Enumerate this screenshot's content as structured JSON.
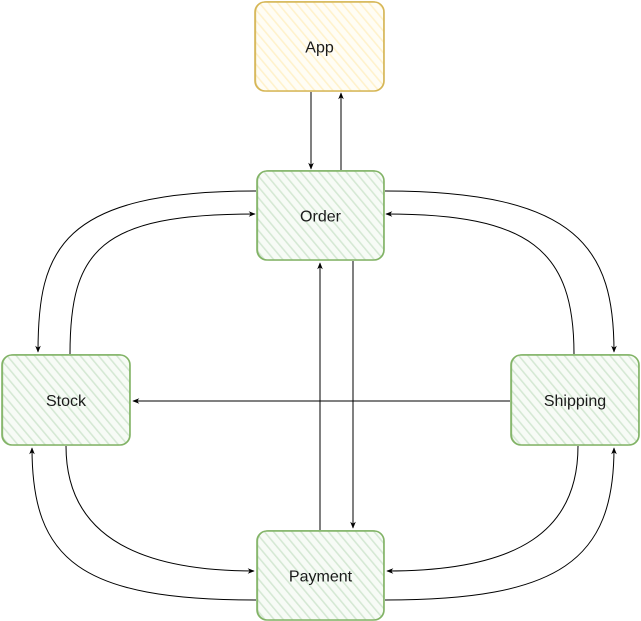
{
  "diagram": {
    "nodes": [
      {
        "id": "app",
        "label": "App",
        "stroke": "#d6b656",
        "fill": "#fff2cc"
      },
      {
        "id": "order",
        "label": "Order",
        "stroke": "#82b366",
        "fill": "#d5e8d4"
      },
      {
        "id": "stock",
        "label": "Stock",
        "stroke": "#82b366",
        "fill": "#d5e8d4"
      },
      {
        "id": "shipping",
        "label": "Shipping",
        "stroke": "#82b366",
        "fill": "#d5e8d4"
      },
      {
        "id": "payment",
        "label": "Payment",
        "stroke": "#82b366",
        "fill": "#d5e8d4"
      }
    ],
    "edges": [
      {
        "from": "app",
        "to": "order"
      },
      {
        "from": "order",
        "to": "app"
      },
      {
        "from": "order",
        "to": "stock"
      },
      {
        "from": "stock",
        "to": "order"
      },
      {
        "from": "order",
        "to": "shipping"
      },
      {
        "from": "shipping",
        "to": "order"
      },
      {
        "from": "shipping",
        "to": "stock"
      },
      {
        "from": "order",
        "to": "payment"
      },
      {
        "from": "payment",
        "to": "order"
      },
      {
        "from": "stock",
        "to": "payment"
      },
      {
        "from": "payment",
        "to": "stock"
      },
      {
        "from": "shipping",
        "to": "payment"
      },
      {
        "from": "payment",
        "to": "shipping"
      }
    ]
  }
}
